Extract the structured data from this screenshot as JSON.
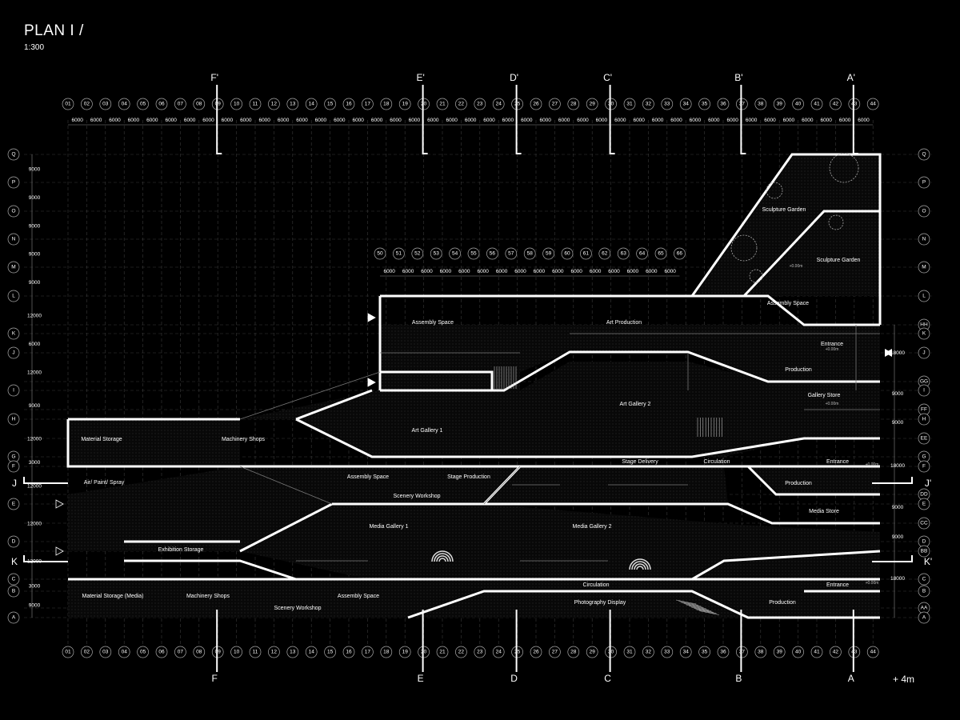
{
  "drawing": {
    "title": "PLAN I /",
    "scale": "1:300",
    "level": "+ 4m"
  },
  "grid_columns_top": [
    "01",
    "02",
    "03",
    "04",
    "05",
    "06",
    "07",
    "08",
    "09",
    "10",
    "11",
    "12",
    "13",
    "14",
    "15",
    "16",
    "17",
    "18",
    "19",
    "20",
    "21",
    "22",
    "23",
    "24",
    "25",
    "26",
    "27",
    "28",
    "29",
    "30",
    "31",
    "32",
    "33",
    "34",
    "35",
    "36",
    "37",
    "38",
    "39",
    "40",
    "41",
    "42",
    "43",
    "44"
  ],
  "grid_columns_inner": [
    "50",
    "51",
    "52",
    "53",
    "54",
    "55",
    "56",
    "57",
    "58",
    "59",
    "60",
    "61",
    "62",
    "63",
    "64",
    "65",
    "66"
  ],
  "column_spacing_label": "6000",
  "grid_rows_left": [
    "Q",
    "P",
    "O",
    "N",
    "M",
    "L",
    "K",
    "J",
    "I",
    "H",
    "G",
    "F",
    "E",
    "D",
    "C",
    "B",
    "A"
  ],
  "grid_rows_right": [
    "Q",
    "P",
    "O",
    "N",
    "M",
    "L",
    "HH",
    "K",
    "J",
    "GG",
    "I",
    "FF",
    "H",
    "EE",
    "G",
    "F",
    "DD",
    "E",
    "CC",
    "D",
    "BB",
    "C",
    "B",
    "AA",
    "A"
  ],
  "row_dims_left": [
    "9000",
    "9000",
    "9000",
    "9000",
    "9000",
    "12000",
    "6000",
    "12000",
    "9000",
    "12000",
    "3000",
    "12000",
    "12000",
    "12000",
    "3000",
    "9000"
  ],
  "row_dims_right": [
    "18000",
    "9000",
    "9000",
    "18000",
    "9000",
    "9000",
    "18000"
  ],
  "sections_top": [
    "F'",
    "E'",
    "D'",
    "C'",
    "B'",
    "A'"
  ],
  "sections_bottom": [
    "F",
    "E",
    "D",
    "C",
    "B",
    "A"
  ],
  "sections_side": [
    "J",
    "J'",
    "K",
    "K'"
  ],
  "level_marker": "+0.00m",
  "rooms": [
    "Sculpture Garden",
    "Sculpture Garden",
    "Assembly Space",
    "Assembly Space",
    "Art Production",
    "Entrance",
    "Production",
    "Art Gallery 2",
    "Gallery Store",
    "Art Gallery 1",
    "Material Storage",
    "Machinery Shops",
    "Stage Delivery",
    "Circulation",
    "Entrance",
    "Air/ Paint/ Spray",
    "Assembly Space",
    "Stage Production",
    "Production",
    "Scenery Workshop",
    "Media Store",
    "Media Gallery 1",
    "Media Gallery 2",
    "Exhibition Storage",
    "Circulation",
    "Entrance",
    "Material Storage (Media)",
    "Machinery Shops",
    "Assembly Space",
    "Scenery Workshop",
    "Photography Display",
    "Production"
  ]
}
